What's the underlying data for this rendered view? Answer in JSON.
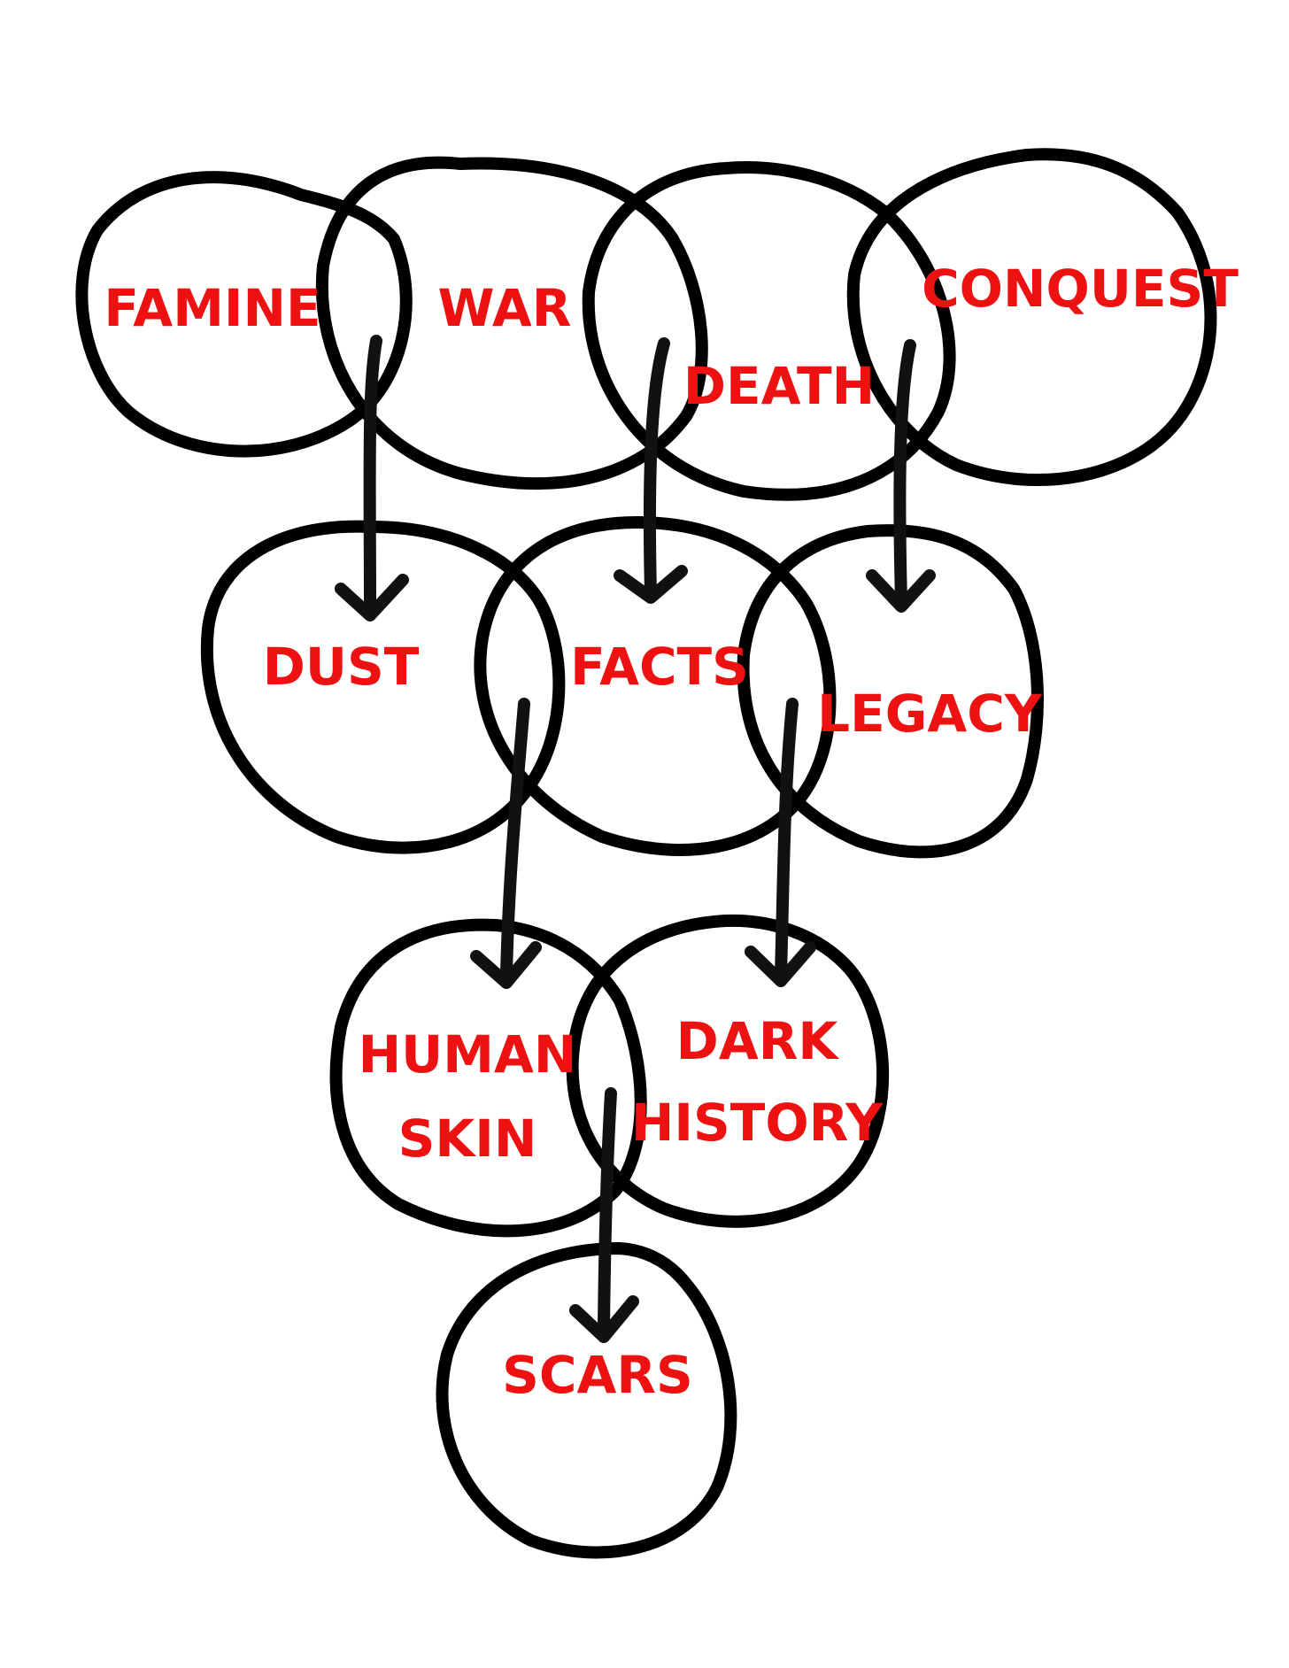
{
  "colors": {
    "ring": "#000000",
    "arrow": "#111111",
    "label": "#ee1111",
    "background": "#ffffff"
  },
  "nodes": {
    "famine": {
      "label": "FAMINE"
    },
    "war": {
      "label": "WAR"
    },
    "death": {
      "label": "DEATH"
    },
    "conquest": {
      "label": "CONQUEST"
    },
    "dust": {
      "label": "DUST"
    },
    "facts": {
      "label": "FACTS"
    },
    "legacy": {
      "label": "LEGACY"
    },
    "human_skin": {
      "label_line1": "HUMAN",
      "label_line2": "SKIN"
    },
    "dark_history": {
      "label_line1": "DARK",
      "label_line2": "HISTORY"
    },
    "scars": {
      "label": "SCARS"
    }
  },
  "edges": [
    {
      "from": [
        "famine",
        "war"
      ],
      "to": "dust"
    },
    {
      "from": [
        "war",
        "death"
      ],
      "to": "facts"
    },
    {
      "from": [
        "death",
        "conquest"
      ],
      "to": "legacy"
    },
    {
      "from": [
        "dust",
        "facts"
      ],
      "to": "human_skin"
    },
    {
      "from": [
        "facts",
        "legacy"
      ],
      "to": "dark_history"
    },
    {
      "from": [
        "human_skin",
        "dark_history"
      ],
      "to": "scars"
    }
  ]
}
